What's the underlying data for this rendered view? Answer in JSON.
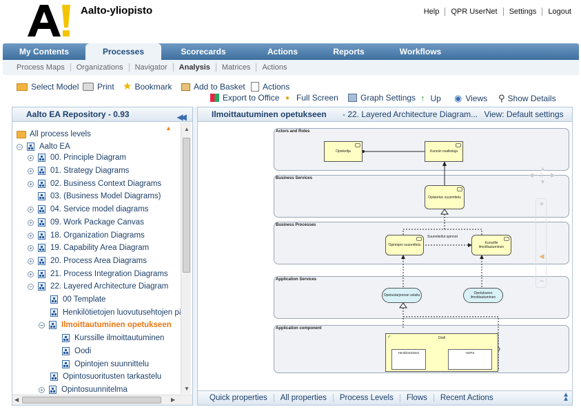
{
  "header": {
    "brand": "Aalto-yliopisto",
    "links": [
      "Help",
      "QPR UserNet",
      "Settings",
      "Logout"
    ]
  },
  "tabs": [
    "My Contents",
    "Processes",
    "Scorecards",
    "Actions",
    "Reports",
    "Workflows"
  ],
  "subtabs": [
    "Process Maps",
    "Organizations",
    "Navigator",
    "Analysis",
    "Matrices",
    "Actions"
  ],
  "toolbar": {
    "row1": [
      "Select Model",
      "Print",
      "Bookmark",
      "Add to Basket",
      "Actions"
    ],
    "row2": [
      "Export to Office",
      "Full Screen",
      "Graph Settings",
      "Up",
      "Views",
      "Show Details"
    ]
  },
  "left_panel": {
    "title": "Aalto EA Repository - 0.93",
    "tree": [
      "All process levels",
      "Aalto EA",
      "00. Principle Diagram",
      "01. Strategy Diagrams",
      "02. Business Context Diagrams",
      "03. (Business Model Diagrams)",
      "04. Service model diagrams",
      "09. Work Package Canvas",
      "18. Organization Diagrams",
      "19. Capability Area Diagram",
      "20. Process Area Diagrams",
      "21. Process Integration Diagrams",
      "22. Layered Architecture Diagram",
      "00 Template",
      "Henkilötietojen luovutusehtojen pä",
      "Ilmoittautuminen opetukseen",
      "Kurssille ilmoittautuminen",
      "Oodi",
      "Opintojen suunnittelu",
      "Opintosuoritusten tarkastelu",
      "Opintosuunnitelma"
    ]
  },
  "right_panel": {
    "title": "Ilmoittautuminen opetukseen",
    "path": "- 22. Layered Architecture Diagram...",
    "view": "View: Default settings",
    "footer": [
      "Quick properties",
      "All properties",
      "Process Levels",
      "Flows",
      "Recent Actions"
    ]
  },
  "diagram": {
    "lanes": [
      "Actors and Roles",
      "Business Services",
      "Business Processes",
      "Application Services",
      "Application component"
    ],
    "elements": {
      "opiskelija": "Opiskelija",
      "kurssin_osallistuja": "Kurssin osallistuja",
      "opiskelun_suunnittelu": "Opiskelun suunnittelu",
      "opintojen_suunnittelu": "Opintojen suunnittelu",
      "suunnitellut_opinnot": "Suunnitellut opinnot",
      "kurssille_ilmoittautuminen": "Kurssille ilmoittautuminen",
      "opetustarjonnan_selailu": "Opetustarjonnan selailu",
      "opetukseen_ilmoittautuminen": "Opetukseen ilmoittautuminen",
      "oodi": "Oodi",
      "henkilorekisteri": "Henkilörekisteri",
      "hops": "HOPS"
    }
  },
  "colors": {
    "tab_bar": "#3e6f9f",
    "accent_selected": "#e87817",
    "panel_border": "#b4c6d9",
    "element_yellow": "#ffffc4",
    "service_blue": "#d8f2f8"
  }
}
